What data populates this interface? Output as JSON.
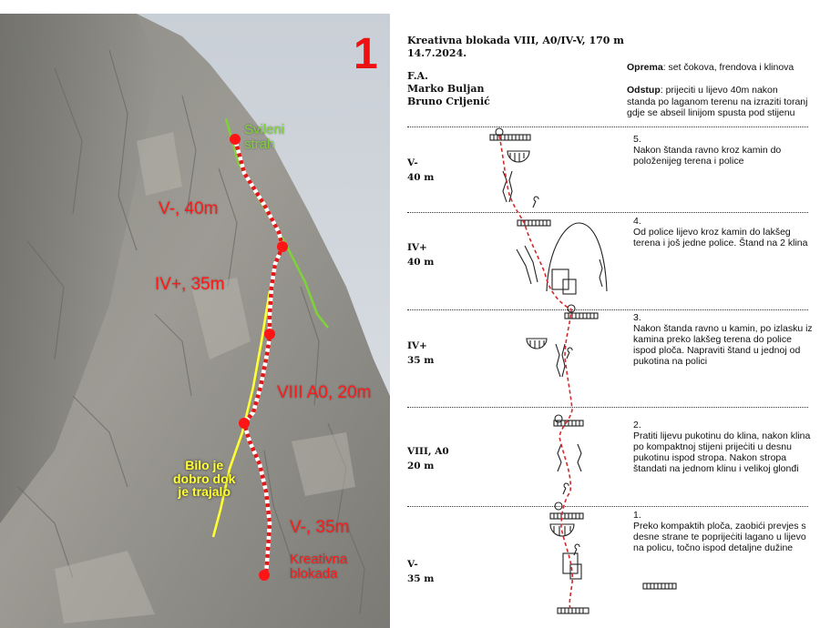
{
  "photo": {
    "number": "1",
    "labels": {
      "pitch5": "V-, 40m",
      "pitch4": "IV+, 35m",
      "pitch2": "VIII A0, 20m",
      "pitch1": "V-, 35m",
      "route_name_line1": "Kreativna",
      "route_name_line2": "blokada",
      "green_route_line1": "Svileni",
      "green_route_line2": "strah",
      "yellow_route_line1": "Bilo je",
      "yellow_route_line2": "dobro dok",
      "yellow_route_line3": "je trajalo"
    },
    "colors": {
      "route": "#ff2020",
      "green_route": "#7fd13b",
      "yellow_route": "#ffff33",
      "number": "#ee1111"
    }
  },
  "topo": {
    "title": "Kreativna blokada VIII, A0/IV-V, 170 m",
    "date": "14.7.2024.",
    "fa_label": "F.A.",
    "fa_climbers": [
      "Marko Buljan",
      "Bruno Crljenić"
    ],
    "oprema_label": "Oprema",
    "oprema_text": ": set čokova, frendova i klinova",
    "odstup_label": "Odstup",
    "odstup_text": ": prijeciti u lijevo 40m nakon standa po laganom terenu na izraziti toranj gdje se abseil linijom spusta pod stijenu",
    "pitches": [
      {
        "grade": "V-",
        "length": "40 m",
        "number": "5.",
        "description": "Nakon štanda ravno kroz kamin do položenijeg terena i police"
      },
      {
        "grade": "IV+",
        "length": "40 m",
        "number": "4.",
        "description": "Od police lijevo kroz kamin do lakšeg terena i još jedne police. Štand na 2 klina"
      },
      {
        "grade": "IV+",
        "length": "35 m",
        "number": "3.",
        "description": "Nakon štanda ravno u kamin, po izlasku iz kamina preko lakšeg terena do police ispod ploča. Napraviti štand u jednoj od pukotina na polici"
      },
      {
        "grade": "VIII, A0",
        "length": "20 m",
        "number": "2.",
        "description": "Pratiti lijevu pukotinu do klina, nakon klina po kompaktnoj stijeni prijeċiti u desnu pukotinu ispod stropa. Nakon stropa štandati na jednom klinu i velikoj glonđi"
      },
      {
        "grade": "V-",
        "length": "35 m",
        "number": "1.",
        "description": "Preko kompaktih ploča, zaobići prevjes s desne strane te poprijeċiti lagano u lijevo na policu, točno ispod detaljne dužine"
      }
    ]
  }
}
